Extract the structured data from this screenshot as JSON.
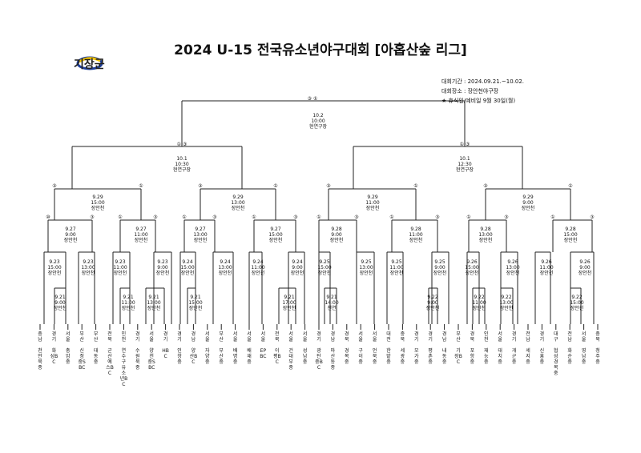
{
  "title": "2024 U-15 전국유소년야구대회 [아홉산숲 리그]",
  "logo": {
    "text": "기장군",
    "colors": [
      "#1f3f9a",
      "#f2c200"
    ]
  },
  "info": {
    "period": "대회기간 : 2024.09.21.~10.02.",
    "venue": "대회장소 : 장안천야구장",
    "note": "★ 휴식일/예비일 9월 30일(월)"
  },
  "final": {
    "date": "10.2",
    "time": "10:00",
    "place": "현연구장",
    "seeds": "③ ①"
  },
  "semis": [
    {
      "date": "10.1",
      "time": "10:30",
      "place": "현연구장",
      "seeds_left": "① ③",
      "seeds_right": ""
    },
    {
      "date": "10.1",
      "time": "12:30",
      "place": "현연구장",
      "seeds_left": "① ③",
      "seeds_right": ""
    }
  ],
  "quarters": [
    {
      "date": "9.29",
      "time": "15:00",
      "place": "장안천",
      "seeds": "③ ①"
    },
    {
      "date": "9.29",
      "time": "13:00",
      "place": "장안천",
      "seeds": "③ ①"
    },
    {
      "date": "9.29",
      "time": "11:00",
      "place": "장안천",
      "seeds": "③ ①"
    },
    {
      "date": "9.29",
      "time": "9:00",
      "place": "장안천",
      "seeds": "③ ①"
    }
  ],
  "round16": [
    {
      "date": "9.27",
      "time": "9:00",
      "place": "장안천",
      "seeds": "⑩ ③"
    },
    {
      "date": "9.27",
      "time": "11:00",
      "place": "장안천",
      "seeds": "① ③"
    },
    {
      "date": "9.27",
      "time": "13:00",
      "place": "장안천",
      "seeds": "① ③"
    },
    {
      "date": "9.27",
      "time": "15:00",
      "place": "장안천",
      "seeds": "① ③"
    },
    {
      "date": "9.28",
      "time": "9:00",
      "place": "장안천",
      "seeds": "① ③"
    },
    {
      "date": "9.28",
      "time": "11:00",
      "place": "장안천",
      "seeds": "① ③"
    },
    {
      "date": "9.28",
      "time": "13:00",
      "place": "장안천",
      "seeds": "① ③"
    },
    {
      "date": "9.28",
      "time": "15:00",
      "place": "장안천",
      "seeds": "① ③"
    }
  ],
  "round32": [
    {
      "date": "9.23",
      "time": "15:00",
      "place": "장안천"
    },
    {
      "date": "9.23",
      "time": "13:00",
      "place": "장안천"
    },
    {
      "date": "9.23",
      "time": "11:00",
      "place": "장안천"
    },
    {
      "date": "9.23",
      "time": "9:00",
      "place": "장안천"
    },
    {
      "date": "9.24",
      "time": "15:00",
      "place": "장안천"
    },
    {
      "date": "9.24",
      "time": "13:00",
      "place": "장안천"
    },
    {
      "date": "9.24",
      "time": "11:00",
      "place": "장안천"
    },
    {
      "date": "9.24",
      "time": "9:00",
      "place": "장안천"
    },
    {
      "date": "9.25",
      "time": "15:00",
      "place": "장안천"
    },
    {
      "date": "9.25",
      "time": "13:00",
      "place": "장안천"
    },
    {
      "date": "9.25",
      "time": "11:00",
      "place": "장안천"
    },
    {
      "date": "9.25",
      "time": "9:00",
      "place": "장안천"
    },
    {
      "date": "9.26",
      "time": "15:00",
      "place": "장안천"
    },
    {
      "date": "9.26",
      "time": "13:00",
      "place": "장안천"
    },
    {
      "date": "9.26",
      "time": "11:00",
      "place": "장안천"
    },
    {
      "date": "9.26",
      "time": "9:00",
      "place": "장안천"
    }
  ],
  "prelims": [
    {
      "date": "9.21",
      "time": "9:00",
      "place": "장안천"
    },
    {
      "date": "9.21",
      "time": "11:00",
      "place": "장안천"
    },
    {
      "date": "9.21",
      "time": "13:00",
      "place": "장안천"
    },
    {
      "date": "9.21",
      "time": "15:00",
      "place": "장안천"
    },
    {
      "date": "9.21",
      "time": "17:00",
      "place": "장안천"
    },
    {
      "date": "9.21",
      "time": "14:00",
      "place": "천연"
    },
    {
      "date": "9.22",
      "time": "9:00",
      "place": "장안천"
    },
    {
      "date": "9.22",
      "time": "11:00",
      "place": "장안천"
    },
    {
      "date": "9.22",
      "time": "13:00",
      "place": "장안천"
    },
    {
      "date": "9.22",
      "time": "15:00",
      "place": "장안천"
    }
  ],
  "teams": [
    {
      "region": "충남",
      "name": "천안북중"
    },
    {
      "region": "경기",
      "name": "화성BC"
    },
    {
      "region": "서울",
      "name": "충암중"
    },
    {
      "region": "부산",
      "name": "신정중SBC"
    },
    {
      "region": "부산",
      "name": "대동중"
    },
    {
      "region": "전북",
      "name": "군산예스BC"
    },
    {
      "region": "인천",
      "name": "연수구유소년BC"
    },
    {
      "region": "경기",
      "name": "수원북중"
    },
    {
      "region": "서울",
      "name": "양천중SBC"
    },
    {
      "region": "경기",
      "name": "HBC"
    },
    {
      "region": "경기",
      "name": "인창중"
    },
    {
      "region": "경남",
      "name": "양산BC"
    },
    {
      "region": "서울",
      "name": "자양중"
    },
    {
      "region": "부산",
      "name": "부산중"
    },
    {
      "region": "서울",
      "name": "배명중"
    },
    {
      "region": "서울",
      "name": "배재중"
    },
    {
      "region": "서울",
      "name": "EPBC"
    },
    {
      "region": "전북",
      "name": "이평BC"
    },
    {
      "region": "서울",
      "name": "건대부중"
    },
    {
      "region": "서울",
      "name": "성남중"
    },
    {
      "region": "경기",
      "name": "광탄중BC"
    },
    {
      "region": "경남",
      "name": "마산동중"
    },
    {
      "region": "경북",
      "name": "경복중"
    },
    {
      "region": "서울",
      "name": "구이중"
    },
    {
      "region": "서울",
      "name": "언북중"
    },
    {
      "region": "대전",
      "name": "한밭중"
    },
    {
      "region": "충북",
      "name": "세광중"
    },
    {
      "region": "경기",
      "name": "모가중"
    },
    {
      "region": "경기",
      "name": "평촌중"
    },
    {
      "region": "경남",
      "name": "내동중"
    },
    {
      "region": "부산",
      "name": "기장BC"
    },
    {
      "region": "경북",
      "name": "포항중"
    },
    {
      "region": "인천",
      "name": "재능중"
    },
    {
      "region": "서울",
      "name": "대치중"
    },
    {
      "region": "경기",
      "name": "개군중"
    },
    {
      "region": "전남",
      "name": "세지중"
    },
    {
      "region": "경기",
      "name": "신흥중"
    },
    {
      "region": "대구",
      "name": "협성경복중"
    },
    {
      "region": "전남",
      "name": "화순중"
    },
    {
      "region": "서울",
      "name": "영남중"
    },
    {
      "region": "충북",
      "name": "청주중"
    }
  ]
}
